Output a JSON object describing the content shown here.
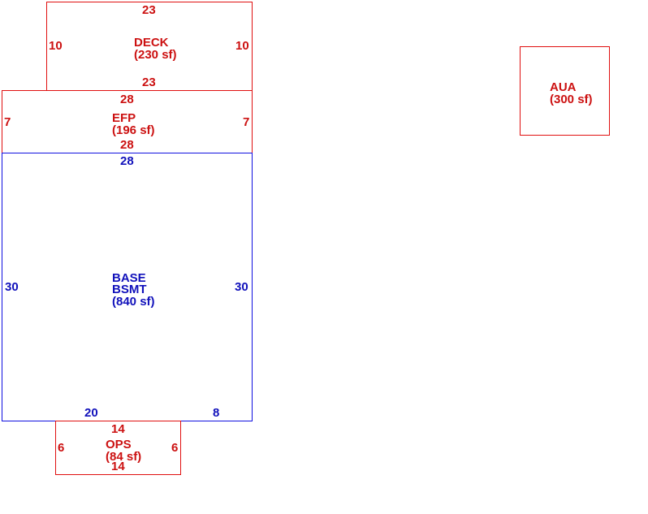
{
  "colors": {
    "addition": "#e01010",
    "base": "#1010e0"
  },
  "deck": {
    "name": "DECK",
    "area": "(230 sf)",
    "top": "23",
    "bottom": "23",
    "left": "10",
    "right": "10"
  },
  "efp": {
    "name": "EFP",
    "area": "(196 sf)",
    "top": "28",
    "bottom": "28",
    "left": "7",
    "right": "7"
  },
  "base": {
    "name1": "BASE",
    "name2": "BSMT",
    "area": "(840 sf)",
    "top": "28",
    "left": "30",
    "right": "30",
    "bottom_left": "20",
    "bottom_right": "8"
  },
  "ops": {
    "name": "OPS",
    "area": "(84 sf)",
    "top": "14",
    "bottom": "14",
    "left": "6",
    "right": "6"
  },
  "aua": {
    "name": "AUA",
    "area": "(300 sf)"
  }
}
